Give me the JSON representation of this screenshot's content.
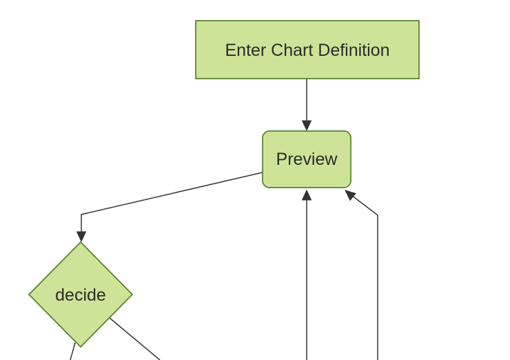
{
  "diagram": {
    "type": "flowchart",
    "direction": "top-down",
    "nodes": [
      {
        "id": "A",
        "label": "Enter Chart Definition",
        "shape": "rectangle"
      },
      {
        "id": "B",
        "label": "Preview",
        "shape": "rounded-rectangle"
      },
      {
        "id": "C",
        "label": "decide",
        "shape": "diamond"
      }
    ],
    "edges": [
      {
        "from": "A",
        "to": "B",
        "arrowhead": true
      },
      {
        "from": "B",
        "to": "C",
        "arrowhead": true
      },
      {
        "from": "offscreen-bottom",
        "to": "B",
        "arrowhead": true
      },
      {
        "from": "offscreen-bottom-right",
        "to": "B",
        "arrowhead": true
      },
      {
        "from": "C",
        "to": "offscreen-bottom-left",
        "arrowhead": false
      },
      {
        "from": "C",
        "to": "offscreen-bottom-right",
        "arrowhead": false
      }
    ]
  },
  "colors": {
    "background": "#ffffff",
    "node_fill": "#cde498",
    "node_border": "#567d2b",
    "edge_line": "#333333",
    "label_text": "#2b2b2b"
  }
}
